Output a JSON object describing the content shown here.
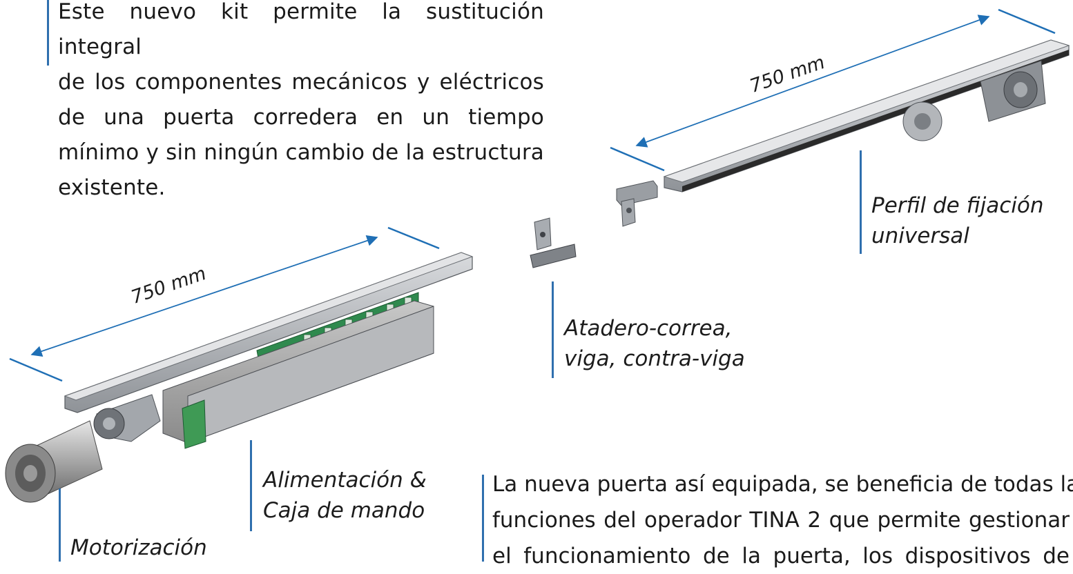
{
  "intro_lines": [
    "Este nuevo kit permite la sustitución integral",
    "de los componentes mecánicos y eléctricos",
    "de una puerta corredera en un tiempo",
    "mínimo y sin ningún cambio de la estructura",
    "existente."
  ],
  "labels": {
    "profile": [
      "Perfil de fijación",
      "universal"
    ],
    "fastener": [
      "Atadero-correa,",
      "viga, contra-viga"
    ],
    "power": [
      "Alimentación &",
      "Caja de mando"
    ],
    "motor": "Motorización"
  },
  "dimensions": {
    "left": "750 mm",
    "right": "750 mm"
  },
  "bottom_lines": [
    "La nueva puerta así equipada, se beneficia de todas las",
    "funciones del operador TINA 2 que permite gestionar",
    "el funcionamiento de la puerta, los dispositivos de"
  ],
  "colors": {
    "accent": "#2f6fae",
    "rail": "#b9bcc0",
    "pcb": "#2f8a4e",
    "orange": "#e0892a"
  }
}
